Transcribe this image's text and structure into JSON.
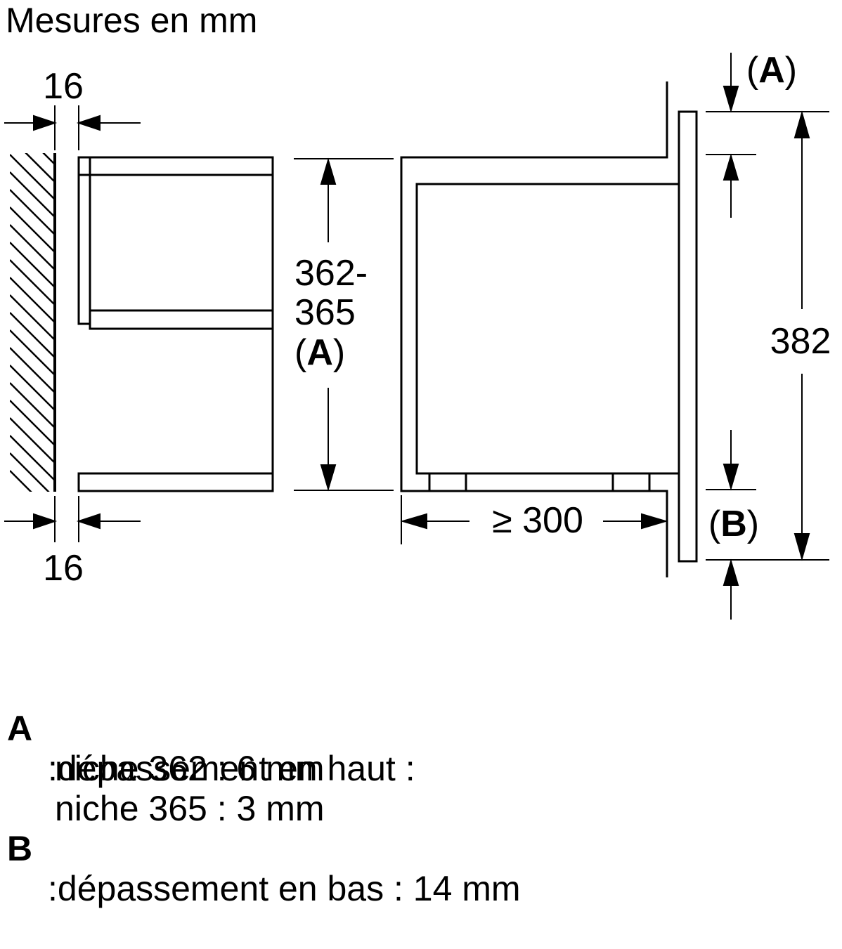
{
  "title": "Mesures en mm",
  "dimensions": {
    "side_gap_top": "16",
    "side_gap_bottom": "16",
    "niche_height_line1": "362-",
    "niche_height_line2": "365",
    "niche_height_ref": "A",
    "depth": "≥ 300",
    "front_height": "382",
    "top_ref": "A",
    "bottom_ref": "B"
  },
  "legend": {
    "a_key": "A",
    "a_text": ":dépassement en haut :",
    "a_line2": "niche 362 : 6 mm",
    "a_line3": "niche 365 : 3 mm",
    "b_key": "B",
    "b_text": ":dépassement en bas : 14 mm"
  }
}
